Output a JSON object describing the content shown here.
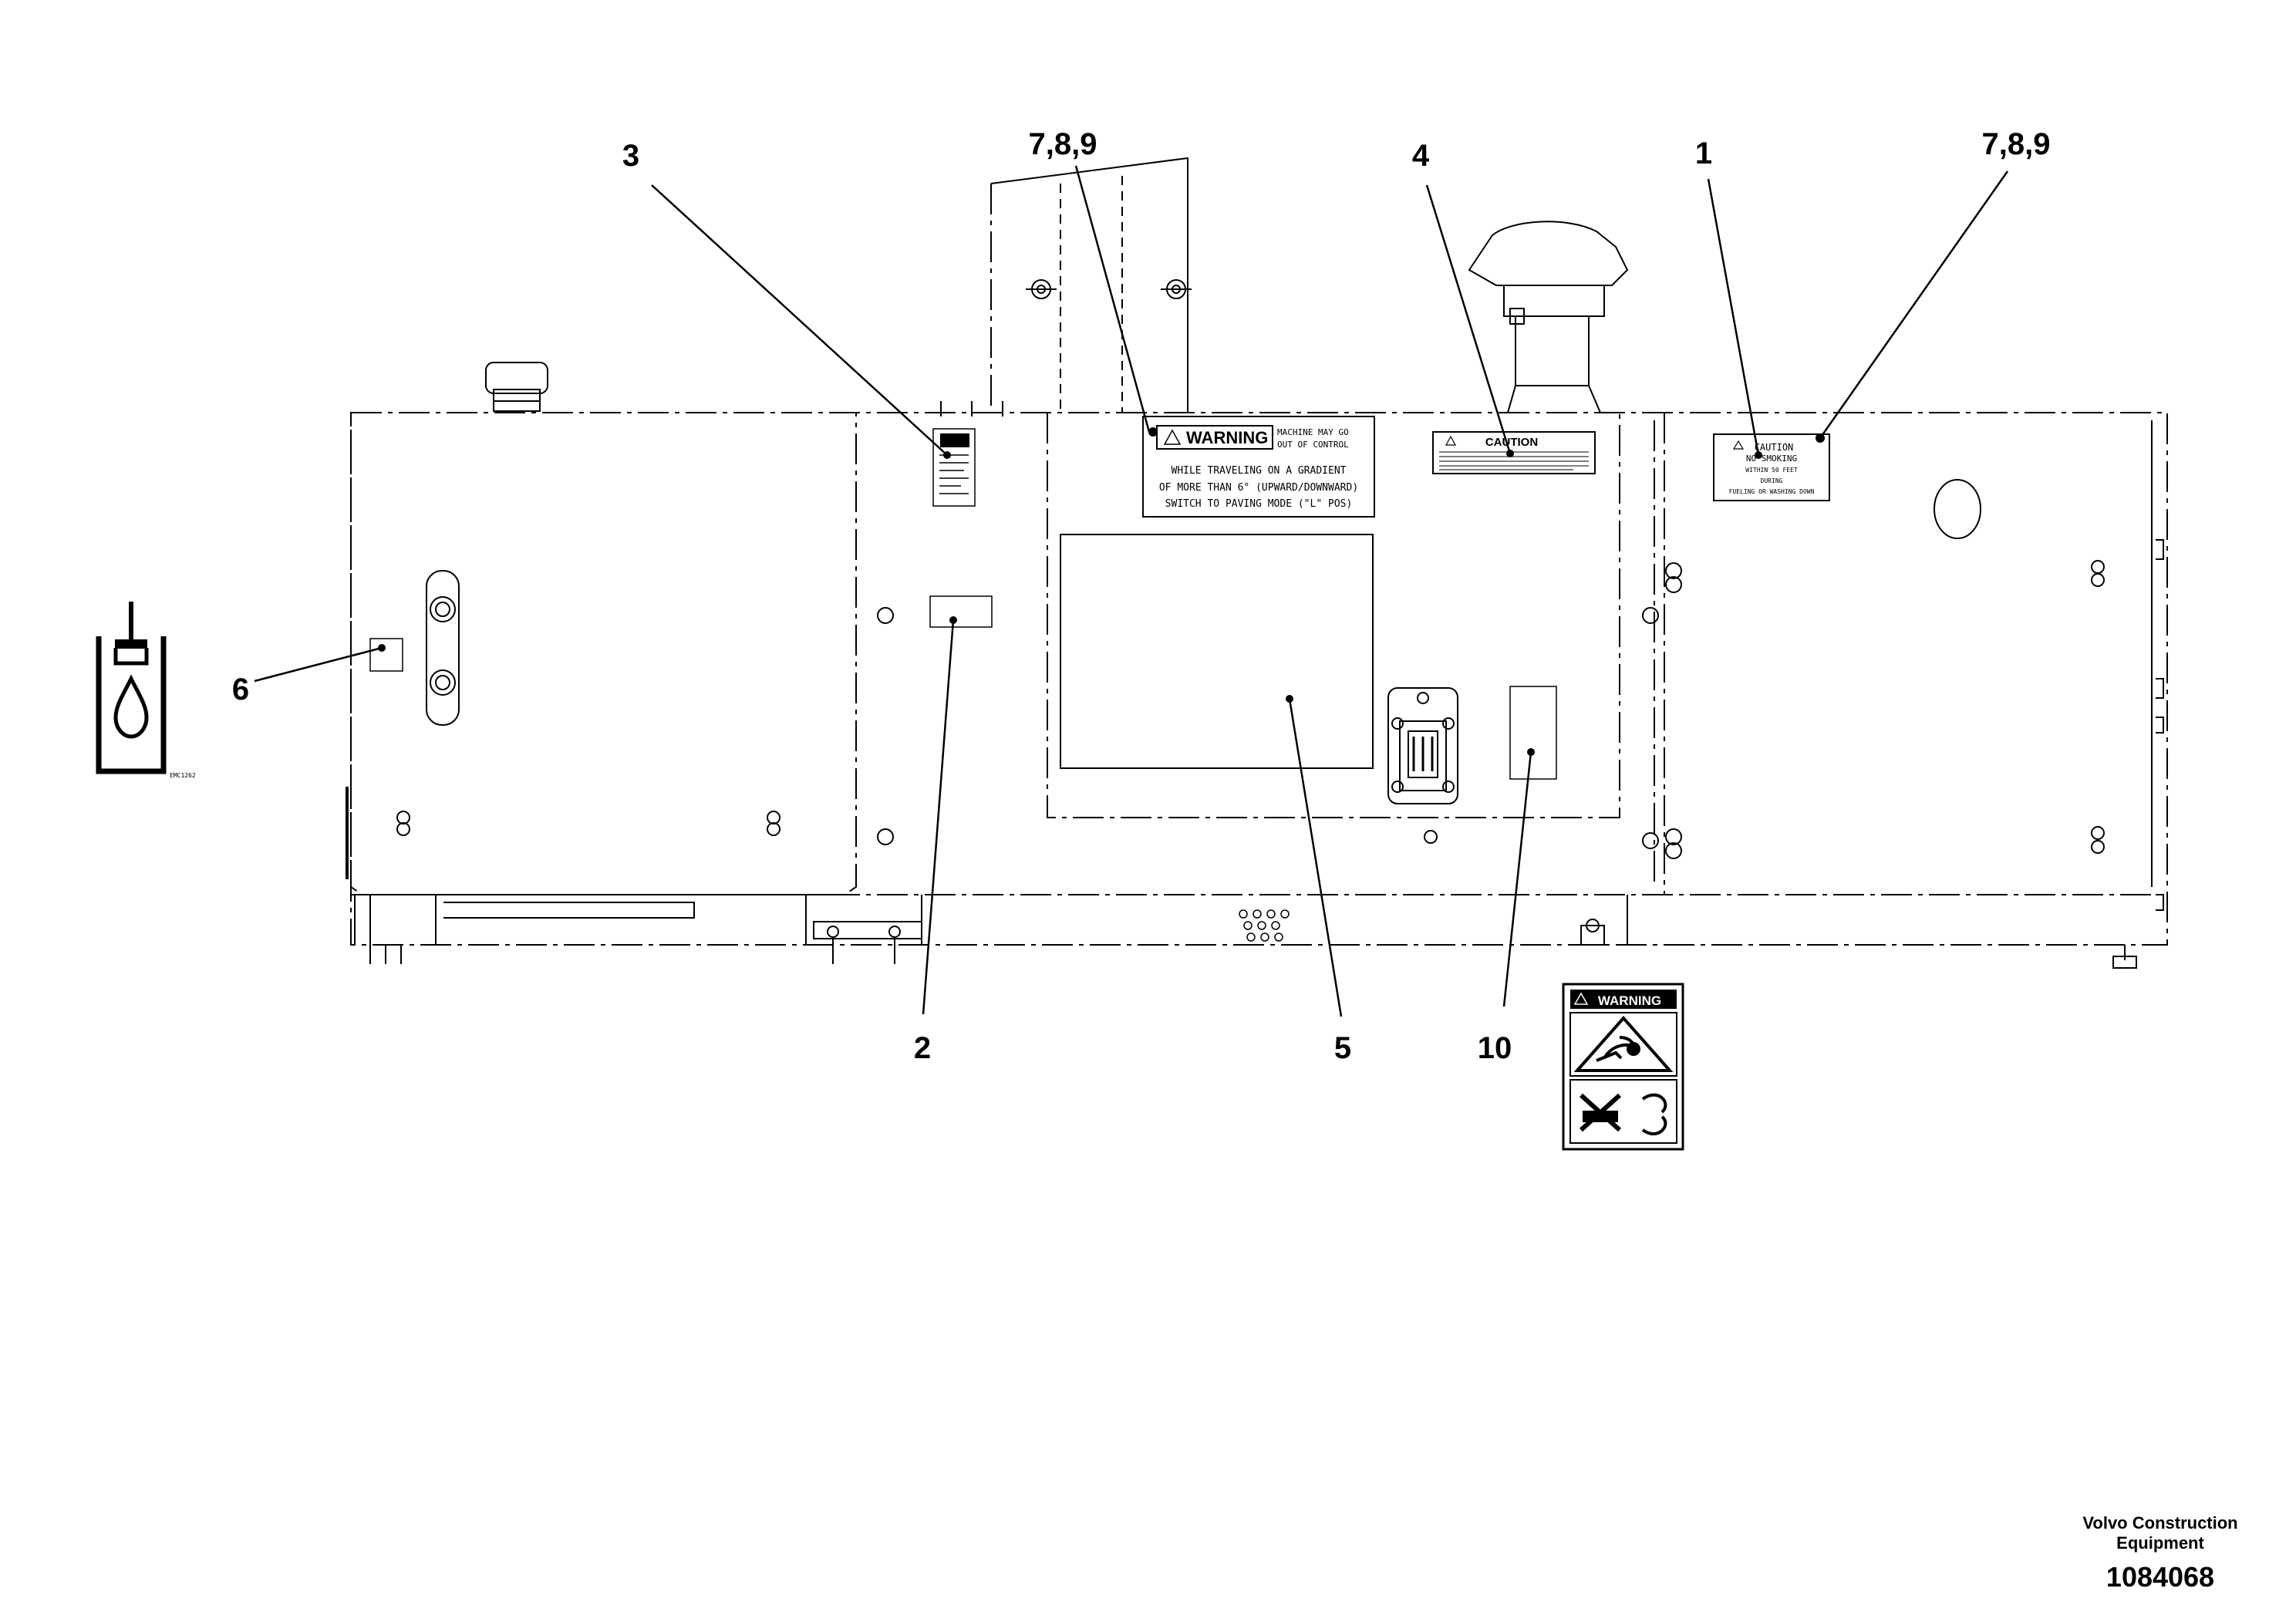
{
  "callouts": {
    "c1": "1",
    "c2": "2",
    "c3": "3",
    "c4": "4",
    "c5": "5",
    "c6": "6",
    "c789_left": "7,8,9",
    "c789_right": "7,8,9",
    "c10": "10"
  },
  "decals": {
    "warning_title": "WARNING",
    "warning_side_1": "MACHINE MAY GO",
    "warning_side_2": "OUT OF CONTROL",
    "warning_line_1": "WHILE TRAVELING ON A GRADIENT",
    "warning_line_2": "OF MORE THAN 6° (UPWARD/DOWNWARD)",
    "warning_line_3": "SWITCH TO PAVING MODE (\"L\" POS)",
    "caution_title": "CAUTION",
    "nosmoke_1": "CAUTION",
    "nosmoke_2": "NO SMOKING",
    "nosmoke_3": "WITHIN 50 FEET",
    "nosmoke_4": "DURING",
    "nosmoke_5": "FUELING OR WASHING DOWN",
    "hazard_title": "WARNING",
    "hydraulic_code": "EMC1262"
  },
  "footer": {
    "brand": "Volvo Construction Equipment",
    "doc_number": "1084068"
  }
}
